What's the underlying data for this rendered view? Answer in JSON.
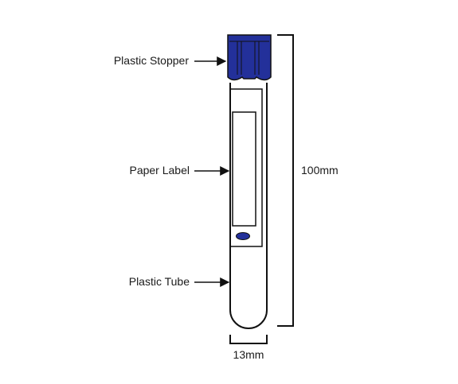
{
  "labels": {
    "stopper": "Plastic Stopper",
    "paper_label": "Paper Label",
    "tube": "Plastic Tube",
    "length": "100mm",
    "diameter": "13mm"
  },
  "colors": {
    "stopper": "#23309a",
    "outline": "#111111",
    "background": "#ffffff"
  }
}
